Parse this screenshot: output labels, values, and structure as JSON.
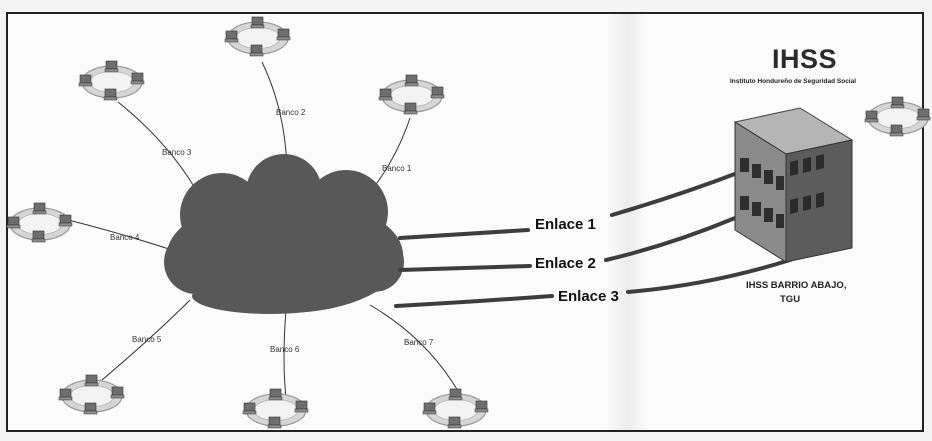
{
  "diagram": {
    "banks": [
      {
        "id": "banco1",
        "label": "Banco 1"
      },
      {
        "id": "banco2",
        "label": "Banco 2"
      },
      {
        "id": "banco3",
        "label": "Banco 3"
      },
      {
        "id": "banco4",
        "label": "Banco 4"
      },
      {
        "id": "banco5",
        "label": "Banco 5"
      },
      {
        "id": "banco6",
        "label": "Banco 6"
      },
      {
        "id": "banco7",
        "label": "Banco 7"
      }
    ],
    "links": [
      {
        "label": "Enlace 1"
      },
      {
        "label": "Enlace 2"
      },
      {
        "label": "Enlace 3"
      }
    ],
    "logo": {
      "title": "IHSS",
      "subtitle": "Instituto Hondureño de Seguridad Social"
    },
    "site": {
      "line1": "IHSS BARRIO ABAJO,",
      "line2": "TGU"
    }
  },
  "colors": {
    "cloud": "#585858",
    "building_front": "#8a8a8a",
    "building_side": "#5c5c5c",
    "building_roof": "#b5b5b5",
    "link_line": "#3d3d3d",
    "ring": "#bdbdbd",
    "computer": "#7a7a7a"
  }
}
